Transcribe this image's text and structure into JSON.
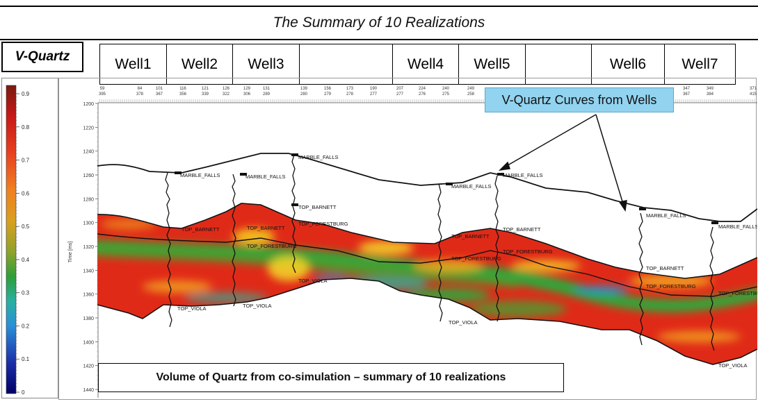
{
  "header": {
    "title": "The Summary of 10 Realizations"
  },
  "property_label": "V-Quartz",
  "wells": [
    "Well1",
    "Well2",
    "Well3",
    "",
    "Well4",
    "Well5",
    "",
    "Well6",
    "Well7"
  ],
  "colorbar": {
    "ticks": [
      "0.9",
      "0.8",
      "0.7",
      "0.6",
      "0.5",
      "0.4",
      "0.3",
      "0.2",
      "0.1",
      "0"
    ],
    "colors": [
      "#000066",
      "#1c2ea8",
      "#2a90d8",
      "#2ab0a0",
      "#2f9e3a",
      "#8fa22a",
      "#d8a020",
      "#f08020",
      "#e84020",
      "#c81818",
      "#7a1a10"
    ]
  },
  "axis": {
    "ylabel": "Time [ms]",
    "y_ticks": [
      "1200",
      "1220",
      "1240",
      "1260",
      "1280",
      "1300",
      "1320",
      "1340",
      "1360",
      "1380",
      "1400",
      "1420",
      "1440"
    ],
    "trace_top": [
      "59",
      "84",
      "101",
      "116",
      "121",
      "126",
      "129",
      "131",
      "139",
      "156",
      "173",
      "190",
      "207",
      "224",
      "240",
      "249",
      "347",
      "349",
      "371"
    ],
    "trace_bottom": [
      "395",
      "378",
      "367",
      "356",
      "339",
      "322",
      "306",
      "289",
      "280",
      "279",
      "278",
      "277",
      "277",
      "276",
      "275",
      "258",
      "367",
      "384",
      "415"
    ]
  },
  "horizons": {
    "marble_falls": "MARBLE_FALLS",
    "top_barnett": "TOP_BARNETT",
    "top_forestburg": "TOP_FORESTBURG",
    "top_viola": "TOP_VIOLA"
  },
  "callout": "V-Quartz Curves from Wells",
  "caption": "Volume of Quartz from co-simulation – summary of 10 realizations"
}
